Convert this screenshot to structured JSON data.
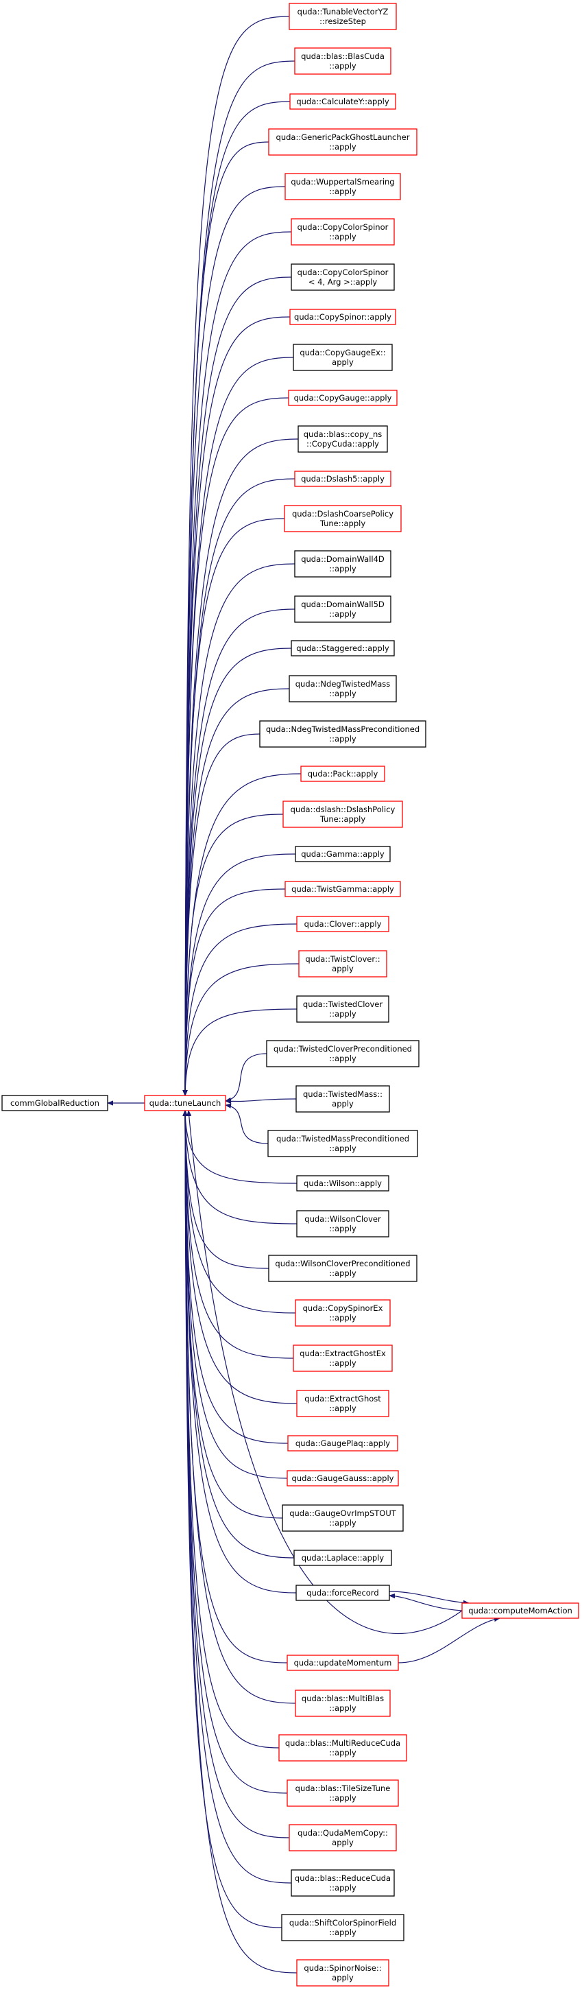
{
  "colors": {
    "edge": "#191970",
    "border_default": "#000000",
    "border_highlight": "#ff0000",
    "root_fill": "#bfbfbf"
  },
  "nodes": [
    {
      "id": "root",
      "lines": [
        "commGlobalReduction"
      ],
      "style": "root"
    },
    {
      "id": "tune",
      "lines": [
        "quda::tuneLaunch"
      ],
      "style": "red"
    },
    {
      "id": "n1",
      "lines": [
        "quda::TunableVectorYZ",
        "::resizeStep"
      ],
      "style": "red"
    },
    {
      "id": "n2",
      "lines": [
        "quda::blas::BlasCuda",
        "::apply"
      ],
      "style": "red"
    },
    {
      "id": "n3",
      "lines": [
        "quda::CalculateY::apply"
      ],
      "style": "red"
    },
    {
      "id": "n4",
      "lines": [
        "quda::GenericPackGhostLauncher",
        "::apply"
      ],
      "style": "red"
    },
    {
      "id": "n5",
      "lines": [
        "quda::WuppertalSmearing",
        "::apply"
      ],
      "style": "red"
    },
    {
      "id": "n6",
      "lines": [
        "quda::CopyColorSpinor",
        "::apply"
      ],
      "style": "red"
    },
    {
      "id": "n7",
      "lines": [
        "quda::CopyColorSpinor",
        "< 4, Arg >::apply"
      ],
      "style": "black"
    },
    {
      "id": "n8",
      "lines": [
        "quda::CopySpinor::apply"
      ],
      "style": "red"
    },
    {
      "id": "n9",
      "lines": [
        "quda::CopyGaugeEx::",
        "apply"
      ],
      "style": "black"
    },
    {
      "id": "n10",
      "lines": [
        "quda::CopyGauge::apply"
      ],
      "style": "red"
    },
    {
      "id": "n11",
      "lines": [
        "quda::blas::copy_ns",
        "::CopyCuda::apply"
      ],
      "style": "black"
    },
    {
      "id": "n12",
      "lines": [
        "quda::Dslash5::apply"
      ],
      "style": "red"
    },
    {
      "id": "n13",
      "lines": [
        "quda::DslashCoarsePolicy",
        "Tune::apply"
      ],
      "style": "red"
    },
    {
      "id": "n14",
      "lines": [
        "quda::DomainWall4D",
        "::apply"
      ],
      "style": "black"
    },
    {
      "id": "n15",
      "lines": [
        "quda::DomainWall5D",
        "::apply"
      ],
      "style": "black"
    },
    {
      "id": "n16",
      "lines": [
        "quda::Staggered::apply"
      ],
      "style": "black"
    },
    {
      "id": "n17",
      "lines": [
        "quda::NdegTwistedMass",
        "::apply"
      ],
      "style": "black"
    },
    {
      "id": "n18",
      "lines": [
        "quda::NdegTwistedMassPreconditioned",
        "::apply"
      ],
      "style": "black"
    },
    {
      "id": "n19",
      "lines": [
        "quda::Pack::apply"
      ],
      "style": "red"
    },
    {
      "id": "n20",
      "lines": [
        "quda::dslash::DslashPolicy",
        "Tune::apply"
      ],
      "style": "red"
    },
    {
      "id": "n21",
      "lines": [
        "quda::Gamma::apply"
      ],
      "style": "black"
    },
    {
      "id": "n22",
      "lines": [
        "quda::TwistGamma::apply"
      ],
      "style": "red"
    },
    {
      "id": "n23",
      "lines": [
        "quda::Clover::apply"
      ],
      "style": "red"
    },
    {
      "id": "n24",
      "lines": [
        "quda::TwistClover::",
        "apply"
      ],
      "style": "red"
    },
    {
      "id": "n25",
      "lines": [
        "quda::TwistedClover",
        "::apply"
      ],
      "style": "black"
    },
    {
      "id": "n26",
      "lines": [
        "quda::TwistedCloverPreconditioned",
        "::apply"
      ],
      "style": "black"
    },
    {
      "id": "n27",
      "lines": [
        "quda::TwistedMass::",
        "apply"
      ],
      "style": "black"
    },
    {
      "id": "n28",
      "lines": [
        "quda::TwistedMassPreconditioned",
        "::apply"
      ],
      "style": "black"
    },
    {
      "id": "n29",
      "lines": [
        "quda::Wilson::apply"
      ],
      "style": "black"
    },
    {
      "id": "n30",
      "lines": [
        "quda::WilsonClover",
        "::apply"
      ],
      "style": "black"
    },
    {
      "id": "n31",
      "lines": [
        "quda::WilsonCloverPreconditioned",
        "::apply"
      ],
      "style": "black"
    },
    {
      "id": "n32",
      "lines": [
        "quda::CopySpinorEx",
        "::apply"
      ],
      "style": "red"
    },
    {
      "id": "n33",
      "lines": [
        "quda::ExtractGhostEx",
        "::apply"
      ],
      "style": "red"
    },
    {
      "id": "n34",
      "lines": [
        "quda::ExtractGhost",
        "::apply"
      ],
      "style": "red"
    },
    {
      "id": "n35",
      "lines": [
        "quda::GaugePlaq::apply"
      ],
      "style": "red"
    },
    {
      "id": "n36",
      "lines": [
        "quda::GaugeGauss::apply"
      ],
      "style": "red"
    },
    {
      "id": "n37",
      "lines": [
        "quda::GaugeOvrImpSTOUT",
        "::apply"
      ],
      "style": "black"
    },
    {
      "id": "n38",
      "lines": [
        "quda::Laplace::apply"
      ],
      "style": "black"
    },
    {
      "id": "n39",
      "lines": [
        "quda::forceRecord"
      ],
      "style": "black"
    },
    {
      "id": "n40",
      "lines": [
        "quda::updateMomentum"
      ],
      "style": "red"
    },
    {
      "id": "n41",
      "lines": [
        "quda::blas::MultiBlas",
        "::apply"
      ],
      "style": "red"
    },
    {
      "id": "n42",
      "lines": [
        "quda::blas::MultiReduceCuda",
        "::apply"
      ],
      "style": "red"
    },
    {
      "id": "n43",
      "lines": [
        "quda::blas::TileSizeTune",
        "::apply"
      ],
      "style": "red"
    },
    {
      "id": "n44",
      "lines": [
        "quda::QudaMemCopy::",
        "apply"
      ],
      "style": "red"
    },
    {
      "id": "n45",
      "lines": [
        "quda::blas::ReduceCuda",
        "::apply"
      ],
      "style": "black"
    },
    {
      "id": "n46",
      "lines": [
        "quda::ShiftColorSpinorField",
        "::apply"
      ],
      "style": "black"
    },
    {
      "id": "n47",
      "lines": [
        "quda::SpinorNoise::",
        "apply"
      ],
      "style": "red"
    },
    {
      "id": "cma",
      "lines": [
        "quda::computeMomAction"
      ],
      "style": "red"
    }
  ]
}
